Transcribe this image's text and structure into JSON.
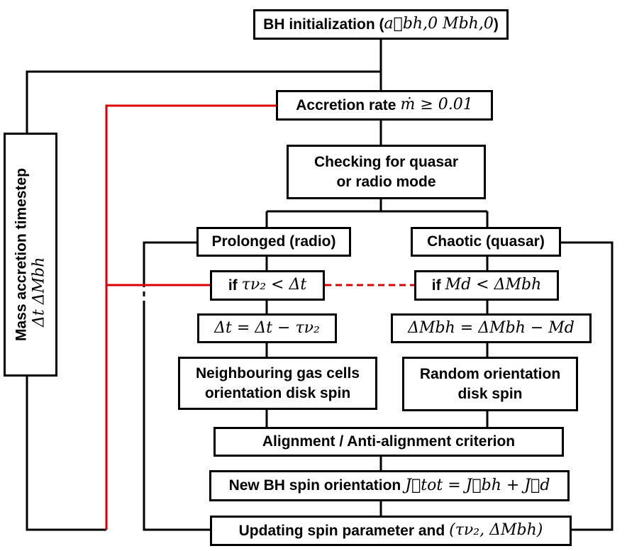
{
  "nodes": {
    "bh_init": {
      "label": "BH initialization (",
      "math": "a⃗bh,0 Mbh,0",
      "close": ")"
    },
    "accretion_rate": {
      "label": "Accretion rate",
      "math": "ṁ ≥ 0.01"
    },
    "checking": {
      "line1": "Checking for quasar",
      "line2": "or radio mode"
    },
    "prolonged": {
      "label": "Prolonged (radio)"
    },
    "chaotic": {
      "label": "Chaotic (quasar)"
    },
    "if_left": {
      "label": "if",
      "math": "τν₂ < Δt"
    },
    "if_right": {
      "label": "if",
      "math": "Md < ΔMbh"
    },
    "dt_update": {
      "math": "Δt = Δt − τν₂"
    },
    "dm_update": {
      "math": "ΔMbh = ΔMbh − Md"
    },
    "neighbouring": {
      "line1": "Neighbouring gas cells",
      "line2": "orientation disk spin"
    },
    "random": {
      "line1": "Random orientation",
      "line2": "disk spin"
    },
    "alignment": {
      "label": "Alignment / Anti-alignment criterion"
    },
    "new_spin": {
      "label": "New BH spin orientation",
      "math": "J⃗tot = J⃗bh + J⃗d"
    },
    "updating": {
      "label": "Updating spin parameter and",
      "math": "(τν₂, ΔMbh)"
    },
    "timestep": {
      "label": "Mass accretion timestep",
      "math": "Δt    ΔMbh"
    }
  },
  "colors": {
    "line": "#000000",
    "loop": "#dd0000"
  }
}
